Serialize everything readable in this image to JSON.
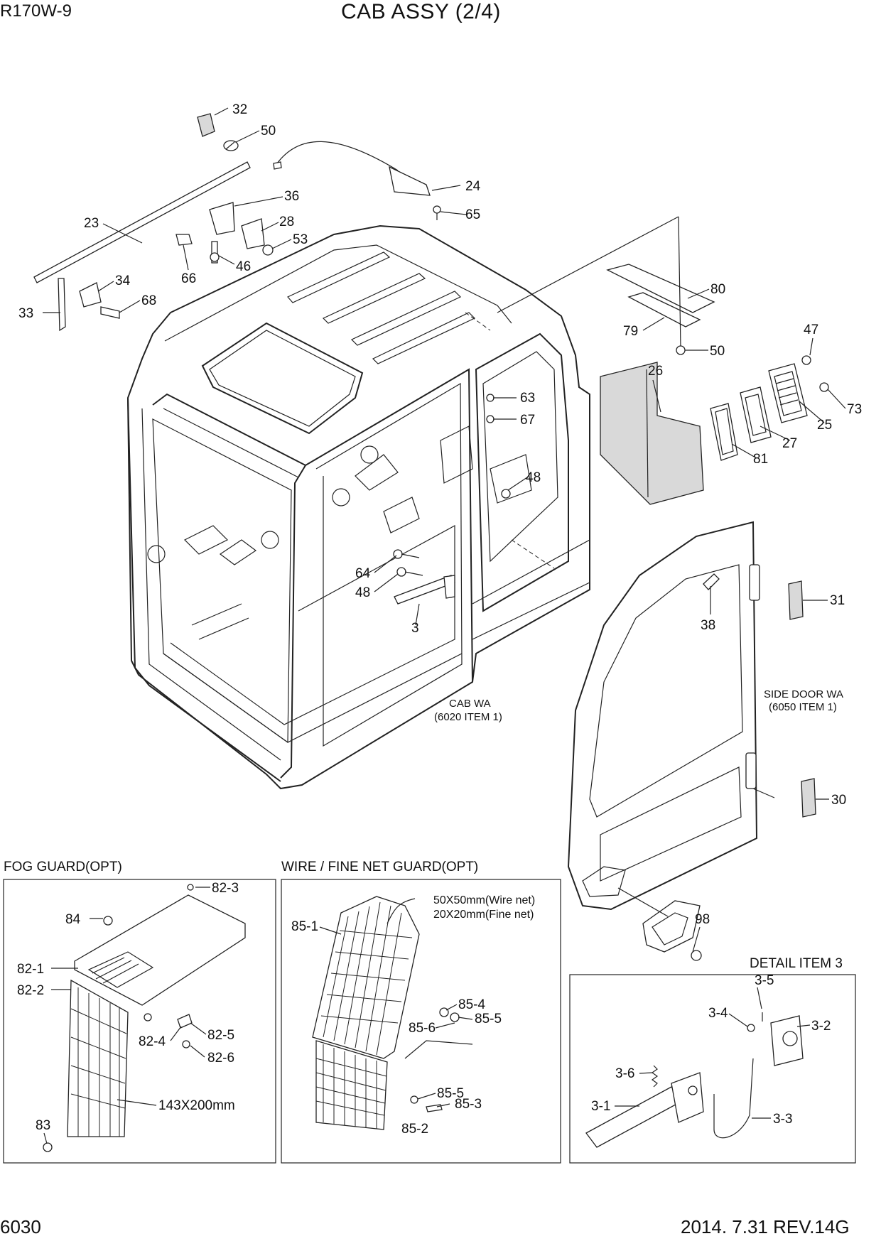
{
  "header": {
    "model": "R170W-9",
    "title": "CAB ASSY (2/4)"
  },
  "footer": {
    "page_number": "6030",
    "revision": "2014. 7.31  REV.14G"
  },
  "notes": {
    "cab_wa": [
      "CAB WA",
      "(6020 ITEM 1)"
    ],
    "side_door_wa": [
      "SIDE DOOR WA",
      "(6050 ITEM 1)"
    ],
    "net_size": [
      "50X50mm(Wire net)",
      "20X20mm(Fine net)"
    ],
    "fog_size": "143X200mm"
  },
  "sections": {
    "fog_guard": "FOG GUARD(OPT)",
    "wire_net_guard": "WIRE / FINE NET GUARD(OPT)",
    "detail_item_3": "DETAIL ITEM 3"
  },
  "callouts": {
    "c32": "32",
    "c50a": "50",
    "c24": "24",
    "c65": "65",
    "c36": "36",
    "c28": "28",
    "c53": "53",
    "c23": "23",
    "c46": "46",
    "c66": "66",
    "c34": "34",
    "c68": "68",
    "c33": "33",
    "c80": "80",
    "c79": "79",
    "c50b": "50",
    "c47": "47",
    "c26": "26",
    "c63": "63",
    "c67": "67",
    "c73": "73",
    "c25": "25",
    "c27": "27",
    "c81": "81",
    "c48a": "48",
    "c64": "64",
    "c48b": "48",
    "c3": "3",
    "c38": "38",
    "c31": "31",
    "c30": "30",
    "c98": "98",
    "f82_3": "82-3",
    "f84": "84",
    "f82_1": "82-1",
    "f82_2": "82-2",
    "f82_4": "82-4",
    "f82_5": "82-5",
    "f82_6": "82-6",
    "f83": "83",
    "w85_1": "85-1",
    "w85_4": "85-4",
    "w85_6": "85-6",
    "w85_5a": "85-5",
    "w85_5b": "85-5",
    "w85_3": "85-3",
    "w85_2": "85-2",
    "d3_5": "3-5",
    "d3_4": "3-4",
    "d3_2": "3-2",
    "d3_6": "3-6",
    "d3_1": "3-1",
    "d3_3": "3-3"
  }
}
